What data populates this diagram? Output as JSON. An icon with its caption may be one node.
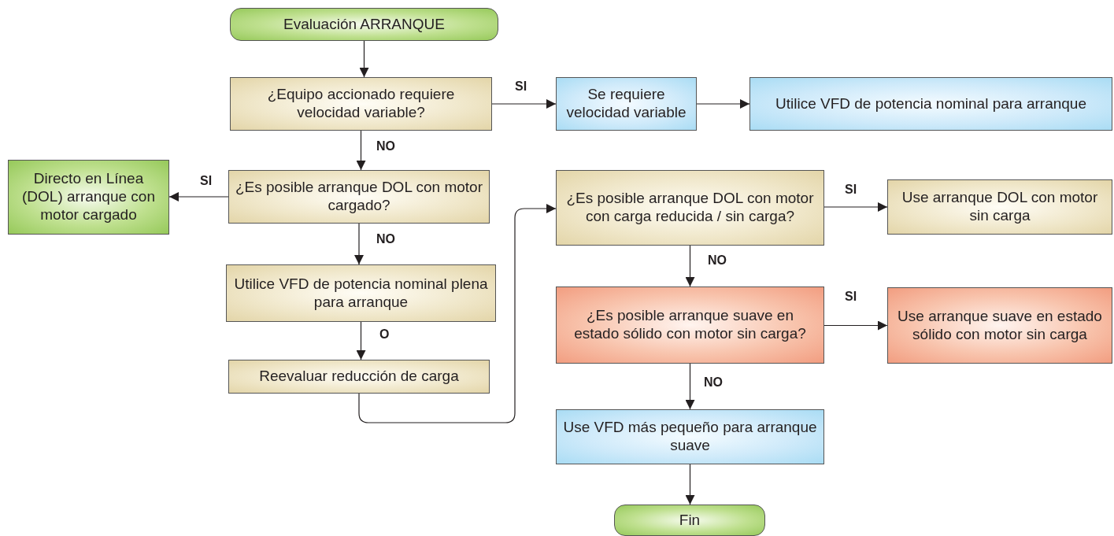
{
  "diagram": {
    "nodes": [
      {
        "text": [
          "Evaluación ARRANQUE"
        ]
      },
      {
        "text": [
          "¿Equipo accionado requiere velocidad variable?"
        ]
      },
      {
        "text": [
          "Se requiere velocidad variable"
        ]
      },
      {
        "text": [
          "Utilice VFD de potencia nominal para arranque"
        ]
      },
      {
        "text": [
          "Directo en Línea (DOL) arranque con motor cargado"
        ]
      },
      {
        "text": [
          "¿Es posible arranque DOL con motor cargado?"
        ]
      },
      {
        "text": [
          "Utilice VFD de potencia nominal plena para arranque"
        ]
      },
      {
        "text": [
          "Reevaluar reducción de carga"
        ]
      },
      {
        "text": [
          "¿Es posible arranque DOL con motor con carga reducida / sin carga?"
        ]
      },
      {
        "text": [
          "Use arranque DOL con motor sin carga"
        ]
      },
      {
        "text": [
          "¿Es posible arranque suave en estado sólido con motor sin carga?"
        ]
      },
      {
        "text": [
          "Use arranque suave en estado sólido con motor sin carga"
        ]
      },
      {
        "text": [
          "Use VFD más pequeño para arranque suave"
        ]
      },
      {
        "text": [
          "Fin"
        ]
      }
    ],
    "edges": [
      {
        "from": 0,
        "to": 1,
        "arrow": "to"
      },
      {
        "from": 1,
        "to": 2,
        "arrow": "to",
        "label": "SI"
      },
      {
        "from": 2,
        "to": 3,
        "arrow": "to"
      },
      {
        "from": 1,
        "to": 5,
        "arrow": "to",
        "label": "NO"
      },
      {
        "from": 5,
        "to": 4,
        "arrow": "to",
        "label": "SI"
      },
      {
        "from": 5,
        "to": 6,
        "arrow": "to",
        "label": "NO"
      },
      {
        "from": 6,
        "to": 7,
        "arrow": "to",
        "label": "O"
      },
      {
        "from": 7,
        "to": 8,
        "arrow": "to"
      },
      {
        "from": 8,
        "to": 9,
        "arrow": "to",
        "label": "SI"
      },
      {
        "from": 8,
        "to": 10,
        "arrow": "to",
        "label": "NO"
      },
      {
        "from": 10,
        "to": 11,
        "arrow": "to",
        "label": "SI"
      },
      {
        "from": 10,
        "to": 12,
        "arrow": "to",
        "label": "NO"
      },
      {
        "from": 12,
        "to": 13,
        "arrow": "to"
      }
    ]
  }
}
